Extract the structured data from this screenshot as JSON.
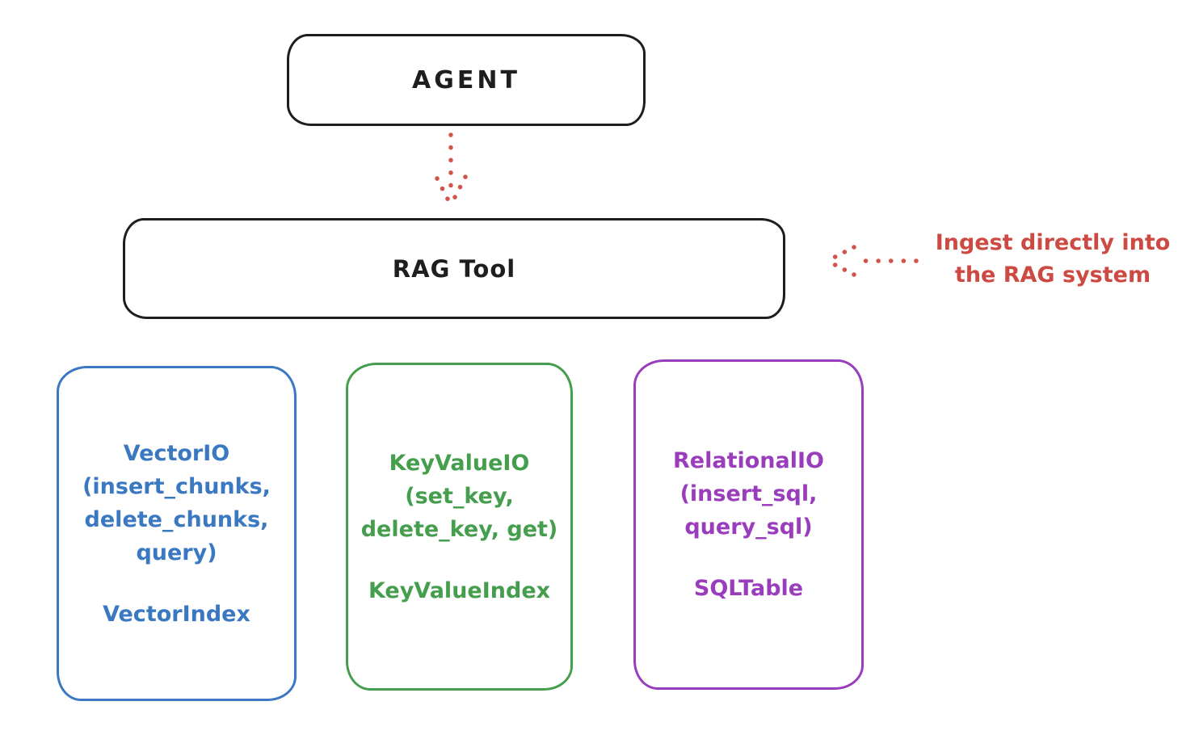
{
  "canvas": {
    "background": "#ffffff"
  },
  "agent_box": {
    "label": "AGENT",
    "border_color": "#1e1e1e"
  },
  "rag_tool_box": {
    "label": "RAG Tool",
    "border_color": "#1e1e1e"
  },
  "annotation": {
    "line1": "Ingest directly into",
    "line2": "the RAG system",
    "color": "#cd4a42"
  },
  "arrows": {
    "color": "#d2534a",
    "agent_to_ragtool": "dotted arrow pointing down from AGENT into RAG Tool",
    "annotation_to_ragtool": "dotted arrow pointing left from annotation into RAG Tool"
  },
  "io_boxes": [
    {
      "name": "VectorIO",
      "color": "#3a78c2",
      "lines": [
        "VectorIO",
        "(insert_chunks,",
        "delete_chunks,",
        "query)"
      ],
      "index_label": "VectorIndex"
    },
    {
      "name": "KeyValueIO",
      "color": "#459e4d",
      "lines": [
        "KeyValueIO",
        "(set_key,",
        "delete_key, get)"
      ],
      "index_label": "KeyValueIndex"
    },
    {
      "name": "RelationalIO",
      "color": "#9a3dbd",
      "lines": [
        "RelationalIO",
        "(insert_sql,",
        "query_sql)"
      ],
      "index_label": "SQLTable"
    }
  ]
}
